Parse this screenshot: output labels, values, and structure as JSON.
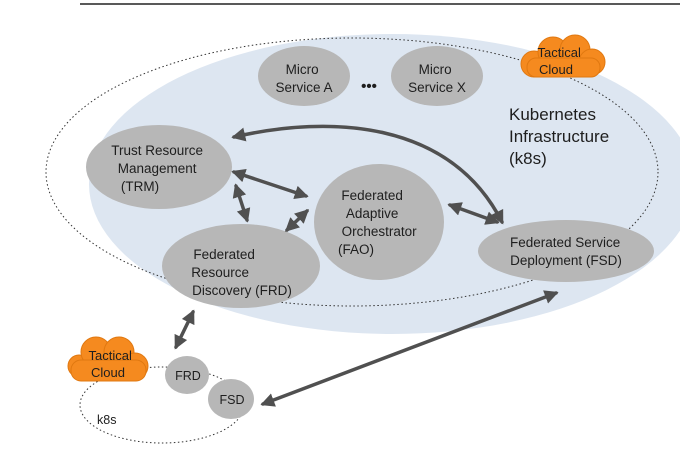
{
  "colors": {
    "main_cluster": "#dde6f1",
    "node_fill": "#b7b7b7",
    "arrow": "#505050",
    "cloud": "#f58a1f",
    "cloud_outline": "#e07810",
    "top_rule": "#222222"
  },
  "main_cluster": {
    "title_lines": [
      "Kubernetes",
      "Infrastructure",
      "(k8s)"
    ],
    "cloud_label_lines": [
      "Tactical",
      "Cloud"
    ]
  },
  "nodes": {
    "micro_a": [
      "Micro",
      "Service A"
    ],
    "ellipsis": "•••",
    "micro_x": [
      "Micro",
      "Service X"
    ],
    "trm": [
      "Trust Resource",
      "Management",
      "(TRM)"
    ],
    "fao": [
      "Federated",
      "Adaptive",
      "Orchestrator",
      "(FAO)"
    ],
    "frd": [
      "Federated",
      "Resource",
      "Discovery (FRD)"
    ],
    "fsd": [
      "Federated Service",
      "Deployment (FSD)"
    ]
  },
  "small_cluster": {
    "cloud_label_lines": [
      "Tactical",
      "Cloud"
    ],
    "frd": "FRD",
    "fsd": "FSD",
    "k8s": "k8s"
  }
}
